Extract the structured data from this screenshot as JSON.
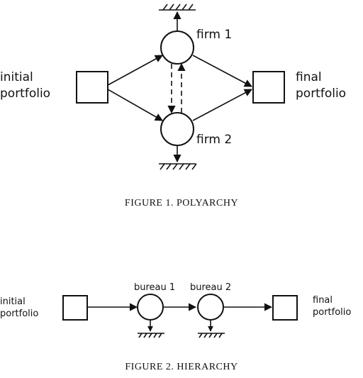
{
  "figure1": {
    "caption": "FIGURE 1. POLYARCHY",
    "nodes": {
      "initial": "initial\nportfolio",
      "final": "final\nportfolio",
      "firm1": "firm 1",
      "firm2": "firm 2"
    }
  },
  "figure2": {
    "caption": "FIGURE 2. HIERARCHY",
    "nodes": {
      "initial": "initial\nportfolio",
      "final": "final\nportfolio",
      "bureau1": "bureau 1",
      "bureau2": "bureau 2"
    }
  }
}
